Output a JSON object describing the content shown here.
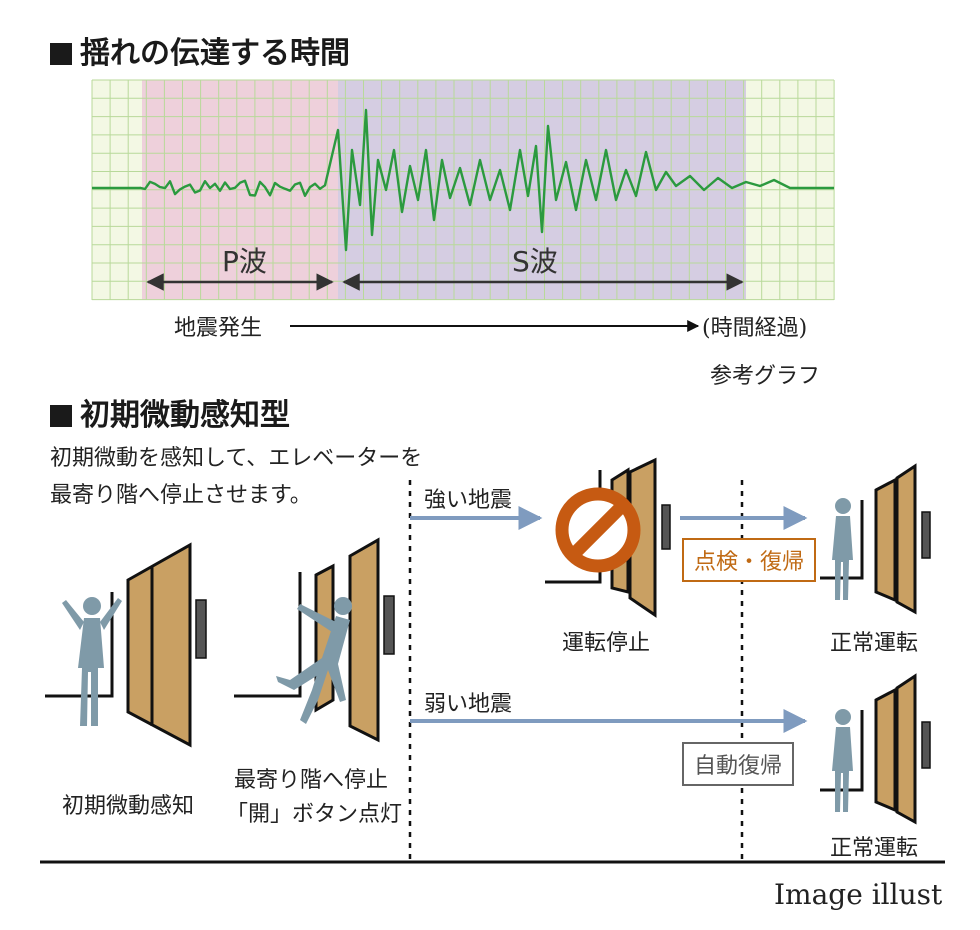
{
  "section1": {
    "heading": "揺れの伝達する時間",
    "p_wave_label": "P波",
    "s_wave_label": "S波",
    "quake_start": "地震発生",
    "time_label": "(時間経過)",
    "caption": "参考グラフ"
  },
  "section2": {
    "heading": "初期微動感知型",
    "description_line1": "初期微動を感知して、エレベーターを",
    "description_line2": "最寄り階へ停止させます。",
    "strong_quake": "強い地震",
    "weak_quake": "弱い地震",
    "inspection_box": "点検・復帰",
    "auto_recovery_box": "自動復帰",
    "stop_label": "運転停止",
    "normal_top": "正常運転",
    "normal_bottom": "正常運転",
    "detect_label": "初期微動感知",
    "floor_stop_line1": "最寄り階へ停止",
    "floor_stop_line2": "「開」ボタン点灯",
    "image_note": "Image illust"
  },
  "colors": {
    "grid_line": "#b8d99a",
    "pwave_band": "#ecc9d9",
    "swave_band": "#cfc5e2",
    "wave": "#2b9a3f",
    "arrow_blue": "#7f9bbf",
    "stop_orange": "#c65a12",
    "box_orange": "#c06a14",
    "person": "#7f9aa8",
    "door_gold": "#c9a063"
  }
}
